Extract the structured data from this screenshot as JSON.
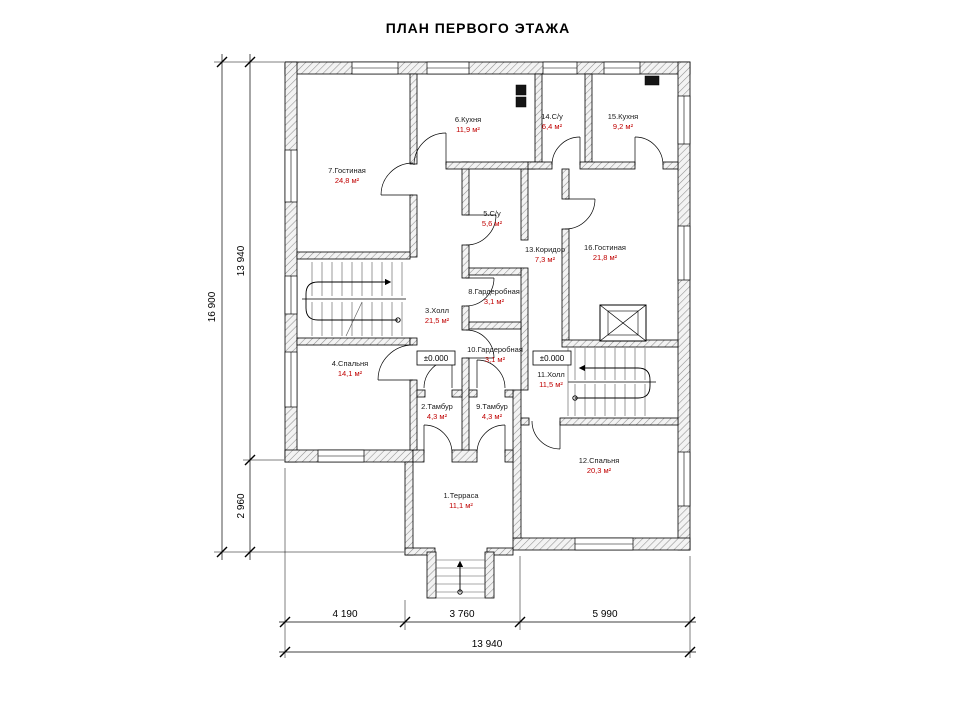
{
  "title": "ПЛАН ПЕРВОГО ЭТАЖА",
  "plan": {
    "rooms": [
      {
        "name": "1.Терраса",
        "area": "11,1 м²"
      },
      {
        "name": "2.Тамбур",
        "area": "4,3 м²"
      },
      {
        "name": "3.Холл",
        "area": "21,5 м²"
      },
      {
        "name": "4.Спальня",
        "area": "14,1 м²"
      },
      {
        "name": "5.С/у",
        "area": "5,6 м²"
      },
      {
        "name": "6.Кухня",
        "area": "11,9 м²"
      },
      {
        "name": "7.Гостиная",
        "area": "24,8 м²"
      },
      {
        "name": "8.Гардеробная",
        "area": "3,1 м²"
      },
      {
        "name": "9.Тамбур",
        "area": "4,3 м²"
      },
      {
        "name": "10.Гардеробная",
        "area": "3,1 м²"
      },
      {
        "name": "11.Холл",
        "area": "11,5 м²"
      },
      {
        "name": "12.Спальня",
        "area": "20,3 м²"
      },
      {
        "name": "13.Коридор",
        "area": "7,3 м²"
      },
      {
        "name": "14.С/у",
        "area": "6,4 м²"
      },
      {
        "name": "15.Кухня",
        "area": "9,2 м²"
      },
      {
        "name": "16.Гостиная",
        "area": "21,8 м²"
      }
    ],
    "elevation_markers": [
      "±0.000",
      "±0.000"
    ],
    "dimensions": {
      "left_total": "16 900",
      "left_main": "13 940",
      "left_terrace": "2 960",
      "bottom_left": "4 190",
      "bottom_center": "3 760",
      "bottom_right": "5 990",
      "bottom_total": "13 940"
    },
    "colors": {
      "area_text": "#c00000",
      "wall_hatch": "#8f8f8f"
    }
  }
}
